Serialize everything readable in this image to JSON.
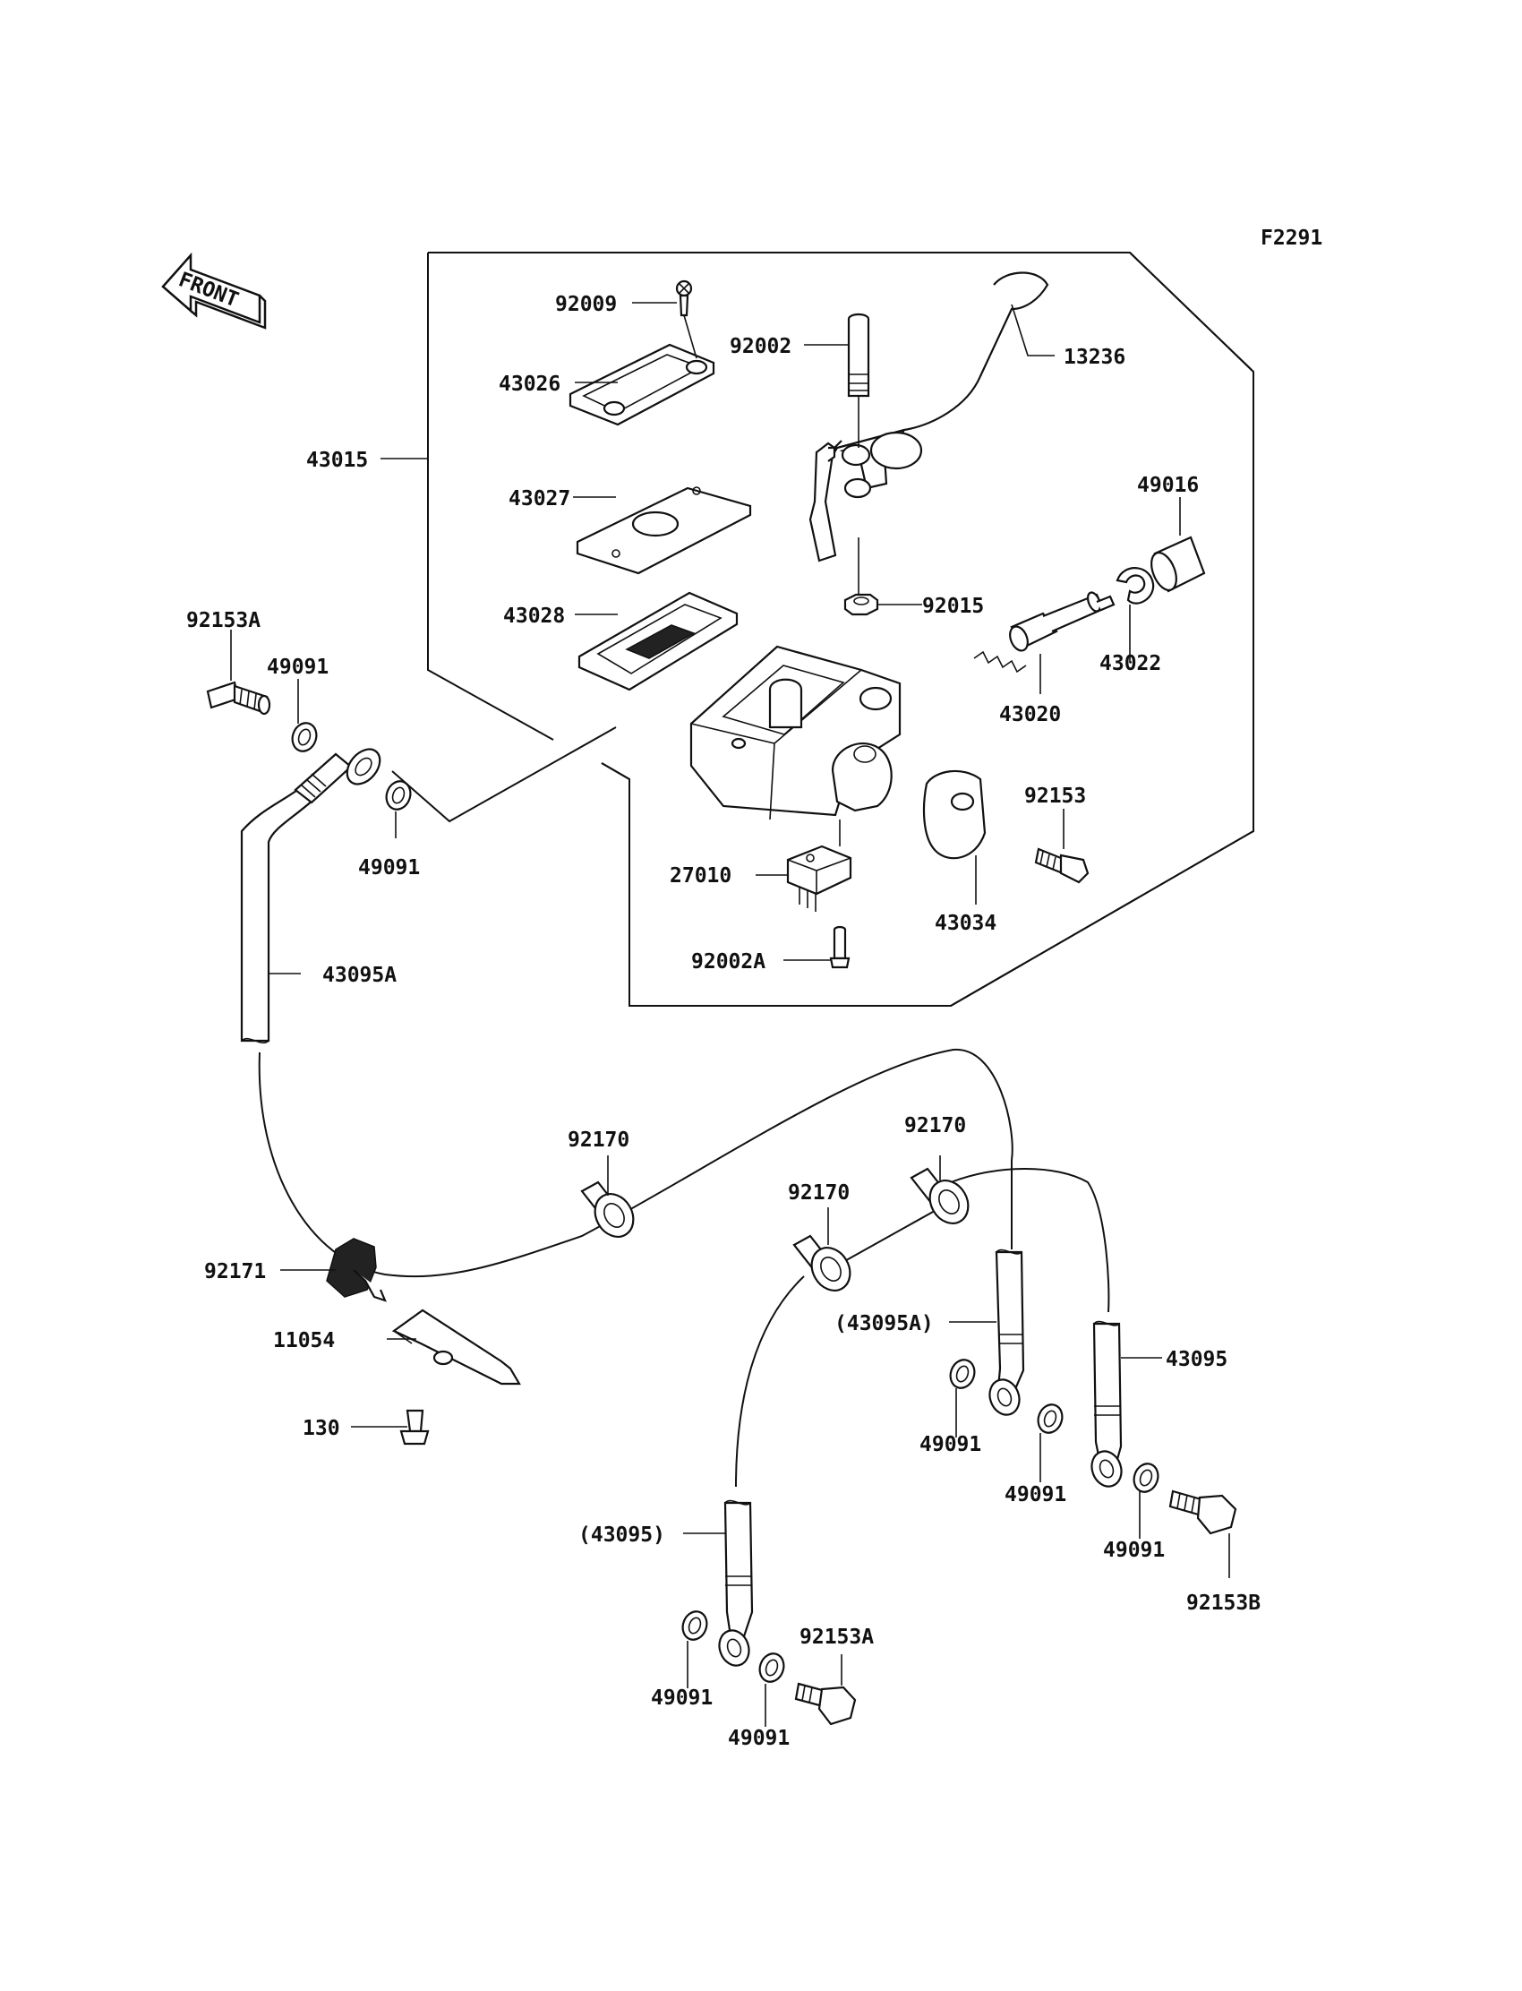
{
  "figure_code": "F2291",
  "front_indicator": "FRONT",
  "labels": {
    "p92009": "92009",
    "p92002": "92002",
    "p13236": "13236",
    "p43026": "43026",
    "p43015": "43015",
    "p43027": "43027",
    "p49016": "49016",
    "p43028": "43028",
    "p92015": "92015",
    "p43022": "43022",
    "p92153A_top": "92153A",
    "p49091_top": "49091",
    "p43020": "43020",
    "p92153": "92153",
    "p49091_b": "49091",
    "p27010": "27010",
    "p43034": "43034",
    "p43095A": "43095A",
    "p92002A": "92002A",
    "p92170_a": "92170",
    "p92170_b": "92170",
    "p92170_c": "92170",
    "p92171": "92171",
    "p43095A_paren": "(43095A)",
    "p43095": "43095",
    "p11054": "11054",
    "p130": "130",
    "p49091_c": "49091",
    "p49091_d": "49091",
    "p49091_e": "49091",
    "p92153B": "92153B",
    "p43095_paren": "(43095)",
    "p92153A_bottom": "92153A",
    "p49091_f": "49091",
    "p49091_g": "49091"
  }
}
